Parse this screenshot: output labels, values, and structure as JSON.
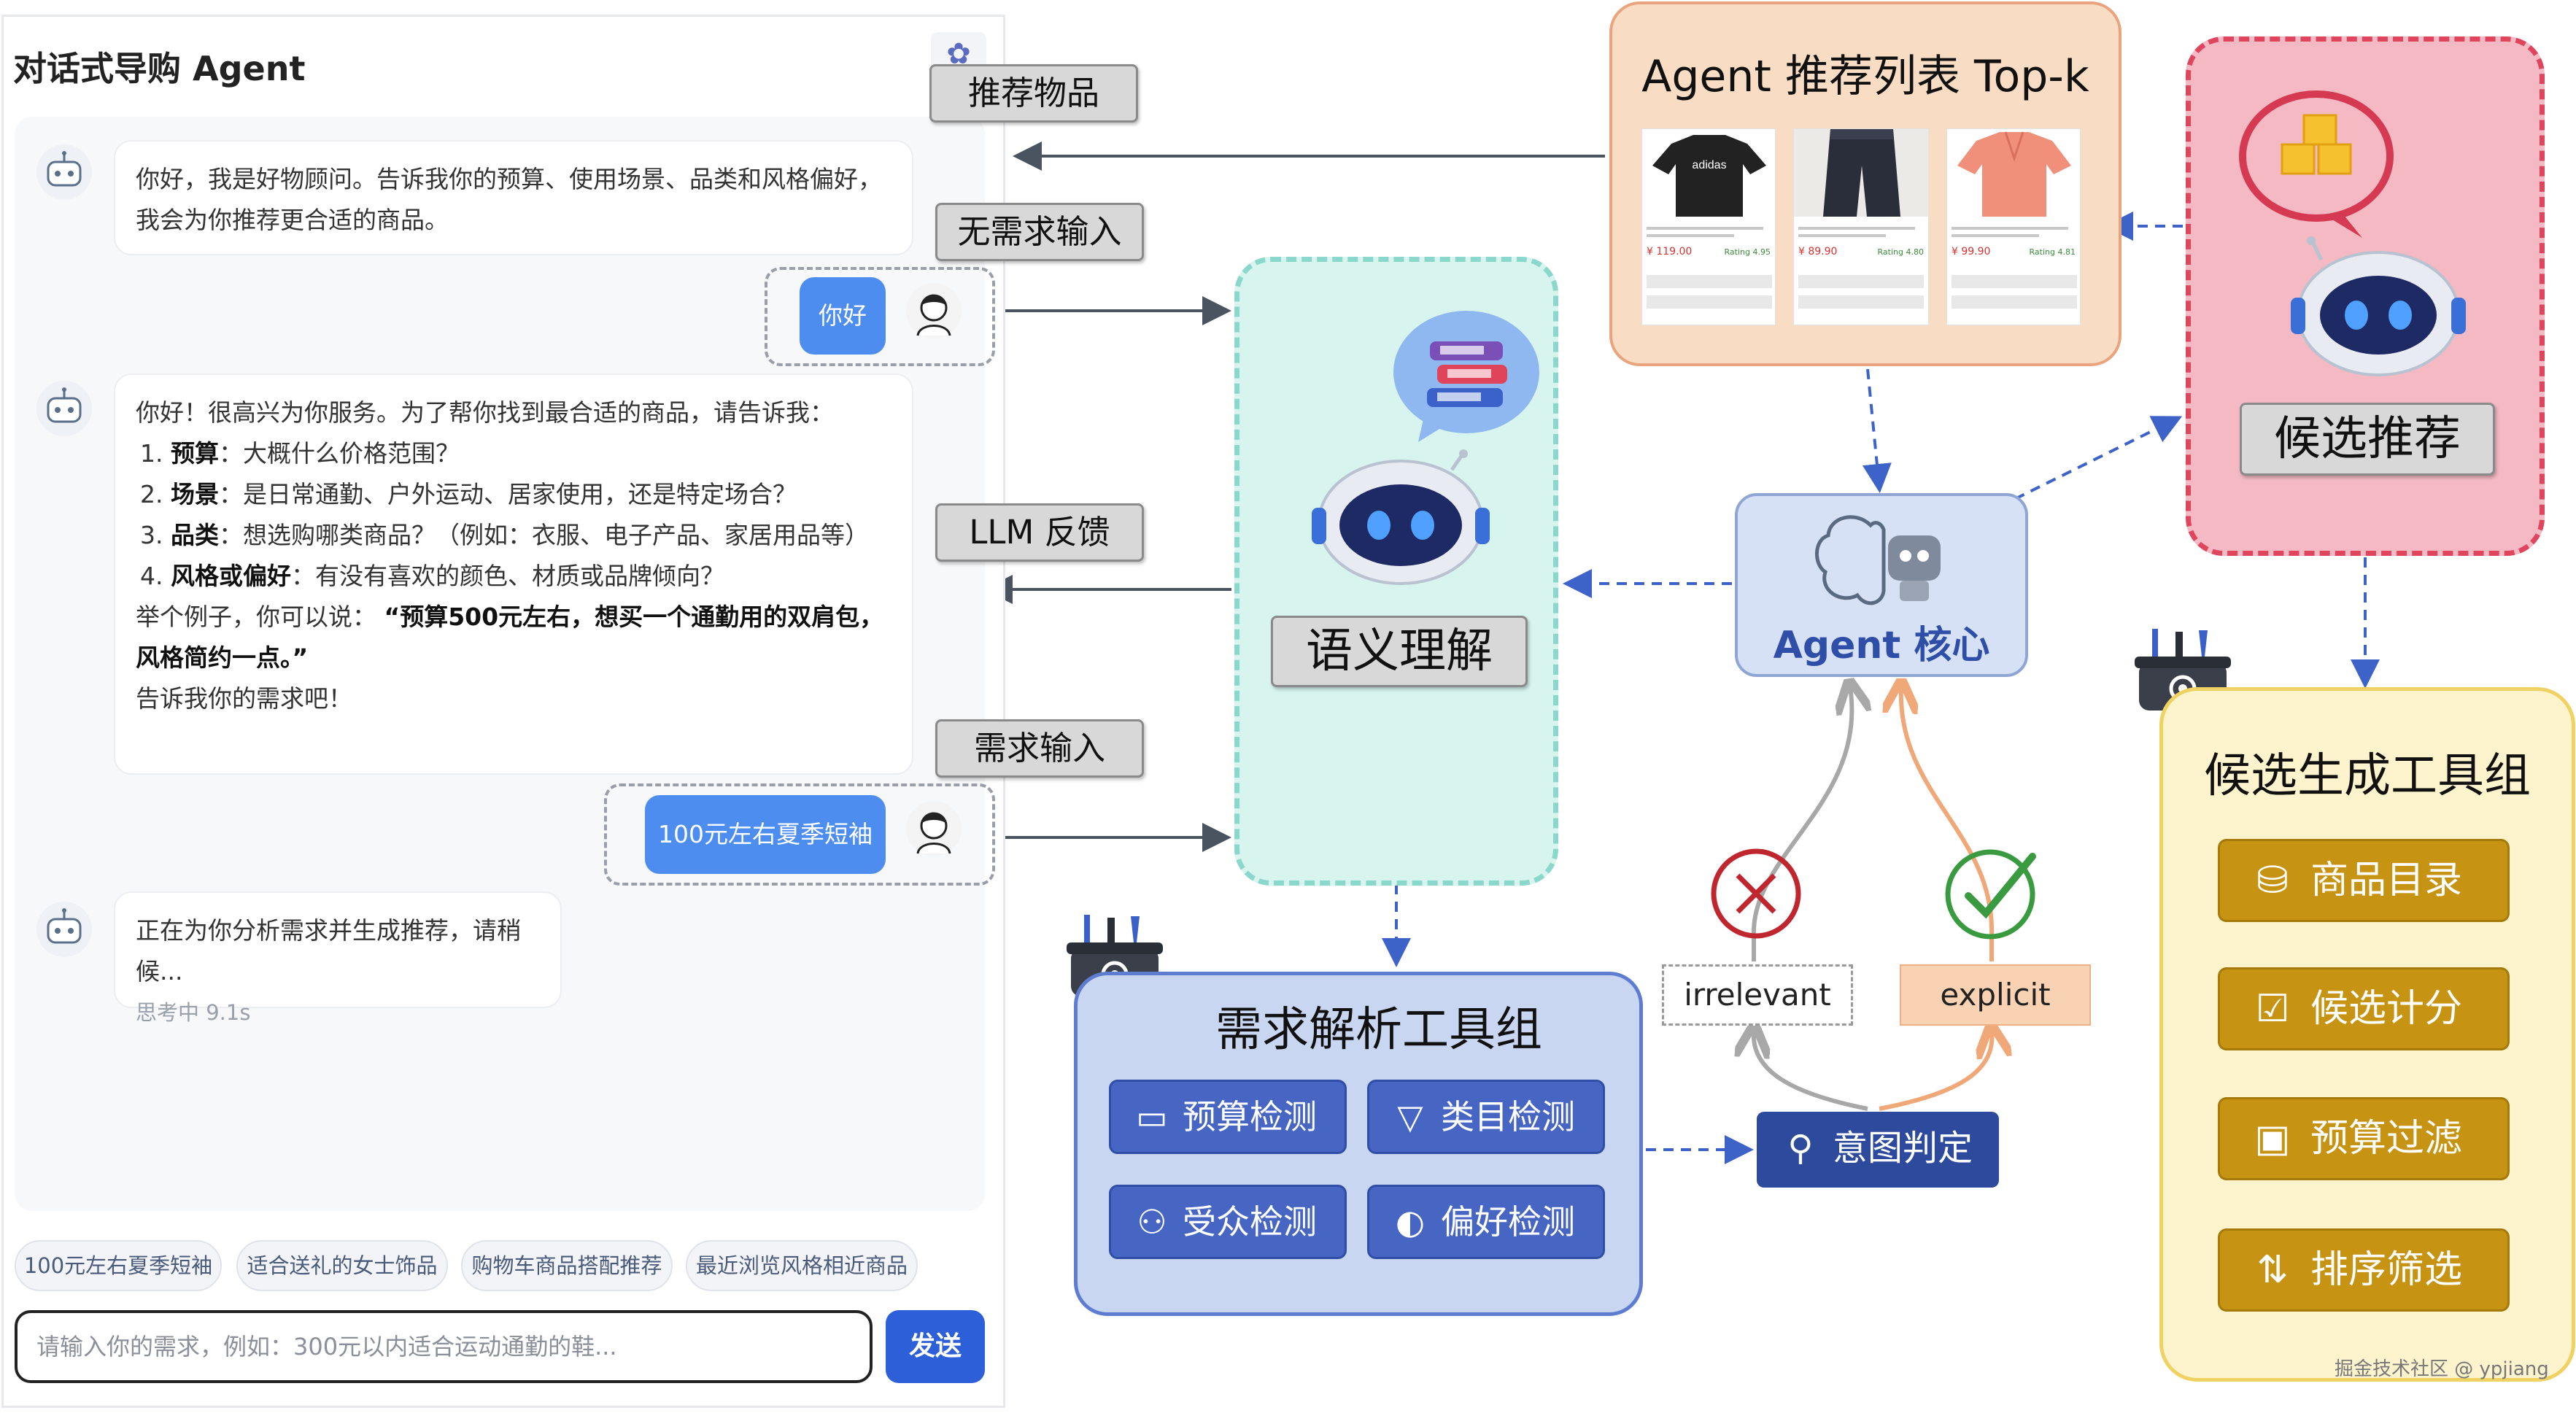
{
  "chat": {
    "title": "对话式导购 Agent",
    "messages": [
      {
        "role": "bot",
        "text": "你好，我是好物顾问。告诉我你的预算、使用场景、品类和风格偏好，我会为你推荐更合适的商品。"
      },
      {
        "role": "user",
        "text": "你好"
      },
      {
        "role": "bot",
        "intro": "你好！很高兴为你服务。为了帮你找到最合适的商品，请告诉我：",
        "items": [
          {
            "num": "1.",
            "key": "预算",
            "text": "：大概什么价格范围？"
          },
          {
            "num": "2.",
            "key": "场景",
            "text": "：是日常通勤、户外运动、居家使用，还是特定场合？"
          },
          {
            "num": "3.",
            "key": "品类",
            "text": "：想选购哪类商品？（例如：衣服、电子产品、家居用品等）"
          },
          {
            "num": "4.",
            "key": "风格或偏好",
            "text": "：有没有喜欢的颜色、材质或品牌倾向？"
          }
        ],
        "example_prefix": "举个例子，你可以说：",
        "example_bold": "“预算500元左右，想买一个通勤用的双肩包，风格简约一点。”",
        "outro": "告诉我你的需求吧！"
      },
      {
        "role": "user",
        "text": "100元左右夏季短袖"
      },
      {
        "role": "bot",
        "text": "正在为你分析需求并生成推荐，请稍候...",
        "sub": "思考中 9.1s"
      }
    ],
    "chips": [
      "100元左右夏季短袖",
      "适合送礼的女士饰品",
      "购物车商品搭配推荐",
      "最近浏览风格相近商品"
    ],
    "input_placeholder": "请输入你的需求，例如：300元以内适合运动通勤的鞋...",
    "send_label": "发送"
  },
  "tags": {
    "recommend_items": "推荐物品",
    "no_need_input": "无需求输入",
    "llm_feedback": "LLM 反馈",
    "need_input": "需求输入"
  },
  "semantic": {
    "label": "语义理解"
  },
  "parse_tools": {
    "title": "需求解析工具组",
    "buttons": [
      {
        "label": "预算检测",
        "icon": "budget-icon"
      },
      {
        "label": "类目检测",
        "icon": "filter-icon"
      },
      {
        "label": "受众检测",
        "icon": "users-icon"
      },
      {
        "label": "偏好检测",
        "icon": "palette-icon"
      }
    ]
  },
  "core": {
    "label": "Agent 核心"
  },
  "rec_list": {
    "title": "Agent 推荐列表 Top-k",
    "cards": [
      {
        "price": "¥ 119.00",
        "rating": "Rating 4.95",
        "color": "#222222"
      },
      {
        "price": "¥ 89.90",
        "rating": "Rating 4.80",
        "color": "#2a2d3a"
      },
      {
        "price": "¥ 99.90",
        "rating": "Rating 4.81",
        "color": "#f0907a"
      }
    ]
  },
  "candidate": {
    "label": "候选推荐"
  },
  "cand_tools": {
    "title": "候选生成工具组",
    "buttons": [
      {
        "label": "商品目录",
        "icon": "database-icon"
      },
      {
        "label": "候选计分",
        "icon": "clipboard-check-icon"
      },
      {
        "label": "预算过滤",
        "icon": "price-tag-icon"
      },
      {
        "label": "排序筛选",
        "icon": "sort-icon"
      }
    ]
  },
  "intent": {
    "label": "意图判定",
    "irrelevant": "irrelevant",
    "explicit": "explicit"
  },
  "watermark": "掘金技术社区 @ ypjiang"
}
